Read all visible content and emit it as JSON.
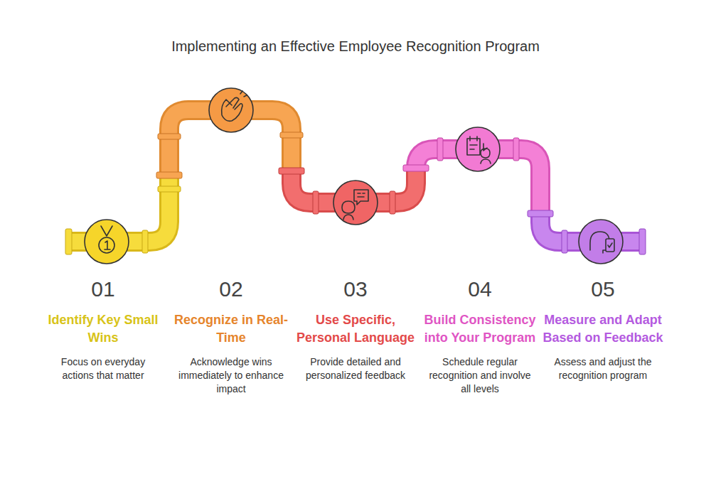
{
  "diagram": {
    "title": "Implementing an Effective Employee Recognition Program",
    "labels": [
      "01",
      "Identify Key Small Wins",
      "Focus on everyday actions that matter",
      "02",
      "Recognize in Real-Time",
      "Acknowledge wins immediately to enhance impact",
      "03",
      "Use Specific, Personal Language",
      "Provide detailed and personalized feedback",
      "04",
      "Build Consistency into Your Program",
      "Schedule regular recognition and involve all levels",
      "05",
      "Measure and Adapt Based on Feedback",
      "Assess and adjust the recognition program"
    ]
  }
}
